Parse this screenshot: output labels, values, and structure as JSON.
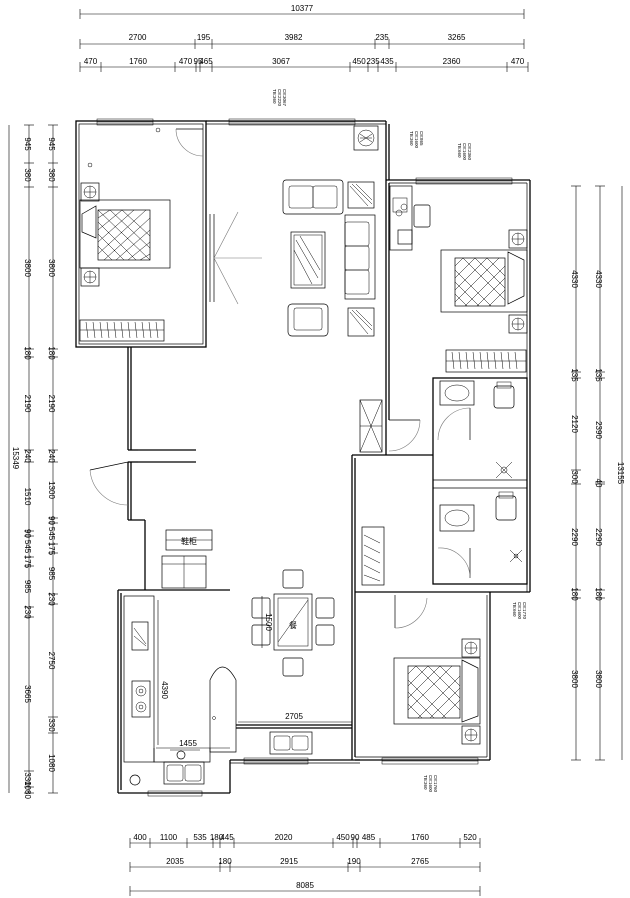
{
  "overall": {
    "top": "10377",
    "bottom": "8085",
    "left": "15349",
    "right": "13155"
  },
  "top_row1": [
    "2700",
    "195",
    "3982",
    "235",
    "3265"
  ],
  "top_row2": [
    "470",
    "1760",
    "470",
    "95",
    "465",
    "3067",
    "450",
    "235",
    "435",
    "2360",
    "470"
  ],
  "bottom_row1": [
    "400",
    "1100",
    "535",
    "180",
    "445",
    "2020",
    "450",
    "90",
    "485",
    "1760",
    "520"
  ],
  "bottom_row2": [
    "2035",
    "180",
    "2915",
    "190",
    "2765"
  ],
  "left_outer": [
    "945",
    "380",
    "3800",
    "180",
    "2190",
    "240",
    "1510",
    "90",
    "545",
    "175",
    "985",
    "230",
    "3665",
    "330",
    "1080"
  ],
  "left_inner": [
    "945",
    "380",
    "3800",
    "180",
    "2190",
    "240",
    "1300",
    "90",
    "545",
    "175",
    "985",
    "230",
    "2750",
    "330",
    "1080"
  ],
  "right_inner": [
    "4330",
    "135",
    "2120",
    "300",
    "2290",
    "180",
    "3800"
  ],
  "right_outer": [
    "4330",
    "135",
    "2390",
    "40",
    "2290",
    "180",
    "3800"
  ],
  "inner_dims": {
    "dining": "2705",
    "kitchen_sink": "1455",
    "kitchen_depth": "4390",
    "table": "1500"
  },
  "labels": {
    "shoe_cabinet": "鞋柜",
    "dining_table": "餐"
  },
  "window_notes": [
    [
      "C8:3067",
      "C8:2220",
      "TB:360"
    ],
    [
      "C8:865",
      "C8:1600",
      "TB:360"
    ],
    [
      "C8:2360",
      "C8:1600",
      "TB:660"
    ],
    [
      "C8:1770",
      "C8:1600",
      "TB:660"
    ],
    [
      "C8:1760",
      "C8:1600",
      "TB:360"
    ]
  ]
}
